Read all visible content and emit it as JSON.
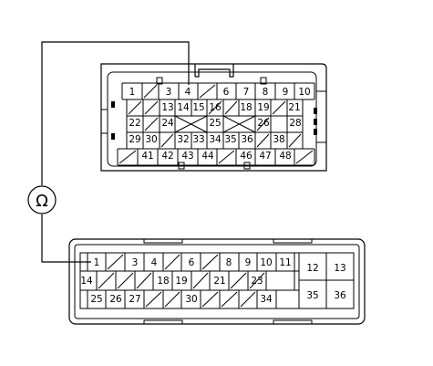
{
  "meter": {
    "symbol": "Ω"
  },
  "upper_connector": {
    "pins": [
      {
        "n": "1"
      },
      {
        "n": "3"
      },
      {
        "n": "4"
      },
      {
        "n": "6"
      },
      {
        "n": "7"
      },
      {
        "n": "8"
      },
      {
        "n": "9"
      },
      {
        "n": "10"
      },
      {
        "n": "13"
      },
      {
        "n": "14"
      },
      {
        "n": "15"
      },
      {
        "n": "16"
      },
      {
        "n": "18"
      },
      {
        "n": "19"
      },
      {
        "n": "21"
      },
      {
        "n": "22"
      },
      {
        "n": "24"
      },
      {
        "n": "25"
      },
      {
        "n": "26"
      },
      {
        "n": "28"
      },
      {
        "n": "29"
      },
      {
        "n": "30"
      },
      {
        "n": "32"
      },
      {
        "n": "33"
      },
      {
        "n": "34"
      },
      {
        "n": "35"
      },
      {
        "n": "36"
      },
      {
        "n": "38"
      },
      {
        "n": "41"
      },
      {
        "n": "42"
      },
      {
        "n": "43"
      },
      {
        "n": "44"
      },
      {
        "n": "46"
      },
      {
        "n": "47"
      },
      {
        "n": "48"
      }
    ]
  },
  "lower_connector": {
    "pins": [
      {
        "n": "1"
      },
      {
        "n": "3"
      },
      {
        "n": "4"
      },
      {
        "n": "6"
      },
      {
        "n": "8"
      },
      {
        "n": "9"
      },
      {
        "n": "10"
      },
      {
        "n": "11"
      },
      {
        "n": "14"
      },
      {
        "n": "18"
      },
      {
        "n": "19"
      },
      {
        "n": "21"
      },
      {
        "n": "23"
      },
      {
        "n": "25"
      },
      {
        "n": "26"
      },
      {
        "n": "27"
      },
      {
        "n": "30"
      },
      {
        "n": "34"
      },
      {
        "n": "12"
      },
      {
        "n": "13"
      },
      {
        "n": "35"
      },
      {
        "n": "36"
      }
    ]
  }
}
